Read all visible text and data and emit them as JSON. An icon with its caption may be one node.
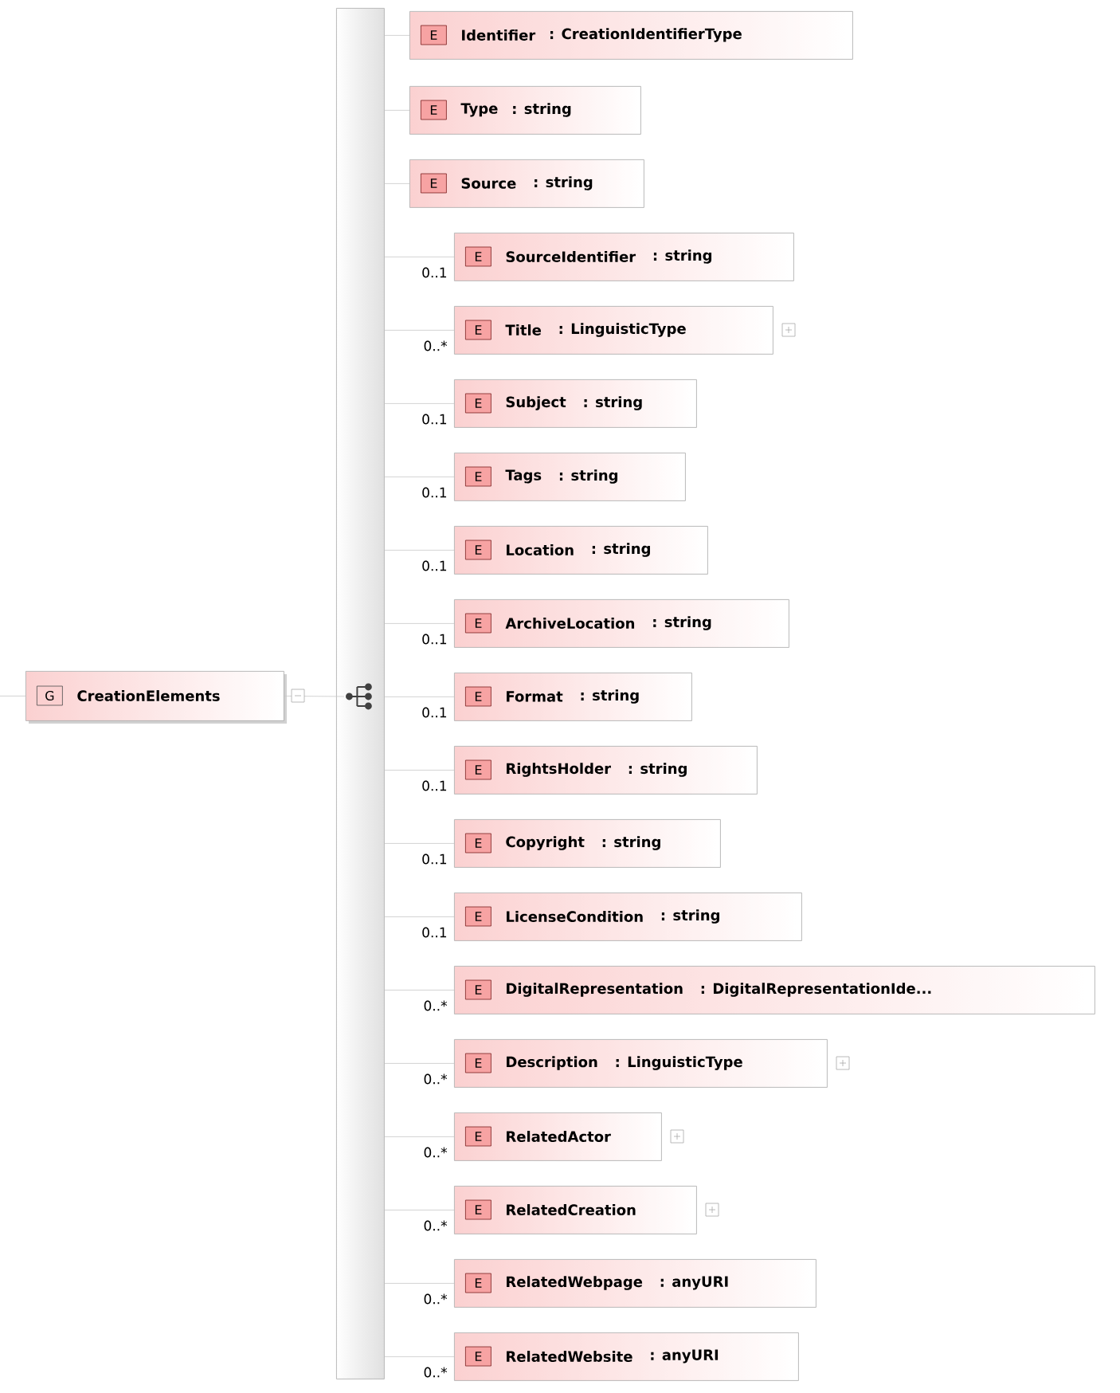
{
  "diagram": {
    "nodes": [
      {
        "text": [
          "G",
          "CreationElements"
        ]
      },
      {
        "text": [],
        "shape": "bar"
      },
      {
        "text": [],
        "shape": "picture",
        "in": 1
      },
      {
        "text": [
          "E",
          "Identifier",
          ": CreationIdentifierType"
        ]
      },
      {
        "text": [
          "E",
          "Type",
          ": string"
        ]
      },
      {
        "text": [
          "E",
          "Source",
          ": string"
        ]
      },
      {
        "text": [
          "E",
          "SourceIdentifier",
          ": string"
        ],
        "beside": [
          "0..1"
        ]
      },
      {
        "text": [
          "E",
          "Title",
          ": LinguisticType"
        ],
        "beside": [
          "0..*"
        ]
      },
      {
        "text": [
          "E",
          "Subject",
          ": string"
        ],
        "beside": [
          "0..1"
        ]
      },
      {
        "text": [
          "E",
          "Tags",
          ": string"
        ],
        "beside": [
          "0..1"
        ]
      },
      {
        "text": [
          "E",
          "Location",
          ": string"
        ],
        "beside": [
          "0..1"
        ]
      },
      {
        "text": [
          "E",
          "ArchiveLocation",
          ": string"
        ],
        "beside": [
          "0..1"
        ]
      },
      {
        "text": [
          "E",
          "Format",
          ": string"
        ],
        "beside": [
          "0..1"
        ]
      },
      {
        "text": [
          "E",
          "RightsHolder",
          ": string"
        ],
        "beside": [
          "0..1"
        ]
      },
      {
        "text": [
          "E",
          "Copyright",
          ": string"
        ],
        "beside": [
          "0..1"
        ]
      },
      {
        "text": [
          "E",
          "LicenseCondition",
          ": string"
        ],
        "beside": [
          "0..1"
        ]
      },
      {
        "text": [
          "E",
          "DigitalRepresentation",
          ": DigitalRepresentationIde..."
        ],
        "beside": [
          "0..*"
        ]
      },
      {
        "text": [
          "E",
          "Description",
          ": LinguisticType"
        ],
        "beside": [
          "0..*"
        ]
      },
      {
        "text": [
          "E",
          "RelatedActor"
        ],
        "beside": [
          "0..*"
        ]
      },
      {
        "text": [
          "E",
          "RelatedCreation"
        ],
        "beside": [
          "0..*"
        ]
      },
      {
        "text": [
          "E",
          "RelatedWebpage",
          ": anyURI"
        ],
        "beside": [
          "0..*"
        ]
      },
      {
        "text": [
          "E",
          "RelatedWebsite",
          ": anyURI"
        ],
        "beside": [
          "0..*"
        ]
      }
    ],
    "edges": [
      {
        "from": null,
        "to": 0,
        "arrow": "none"
      },
      {
        "from": 0,
        "to": 2,
        "arrow": "none"
      },
      {
        "from": 1,
        "to": 3,
        "arrow": "none"
      },
      {
        "from": 1,
        "to": 4,
        "arrow": "none"
      },
      {
        "from": 1,
        "to": 5,
        "arrow": "none"
      },
      {
        "from": 1,
        "to": 6,
        "arrow": "none"
      },
      {
        "from": 1,
        "to": 7,
        "arrow": "none"
      },
      {
        "from": 1,
        "to": 8,
        "arrow": "none"
      },
      {
        "from": 1,
        "to": 9,
        "arrow": "none"
      },
      {
        "from": 1,
        "to": 10,
        "arrow": "none"
      },
      {
        "from": 1,
        "to": 11,
        "arrow": "none"
      },
      {
        "from": 1,
        "to": 12,
        "arrow": "none"
      },
      {
        "from": 1,
        "to": 13,
        "arrow": "none"
      },
      {
        "from": 1,
        "to": 14,
        "arrow": "none"
      },
      {
        "from": 1,
        "to": 15,
        "arrow": "none"
      },
      {
        "from": 1,
        "to": 16,
        "arrow": "none"
      },
      {
        "from": 1,
        "to": 17,
        "arrow": "none"
      },
      {
        "from": 1,
        "to": 18,
        "arrow": "none"
      },
      {
        "from": 1,
        "to": 19,
        "arrow": "none"
      },
      {
        "from": 1,
        "to": 20,
        "arrow": "none"
      },
      {
        "from": 1,
        "to": 21,
        "arrow": "none"
      }
    ]
  }
}
